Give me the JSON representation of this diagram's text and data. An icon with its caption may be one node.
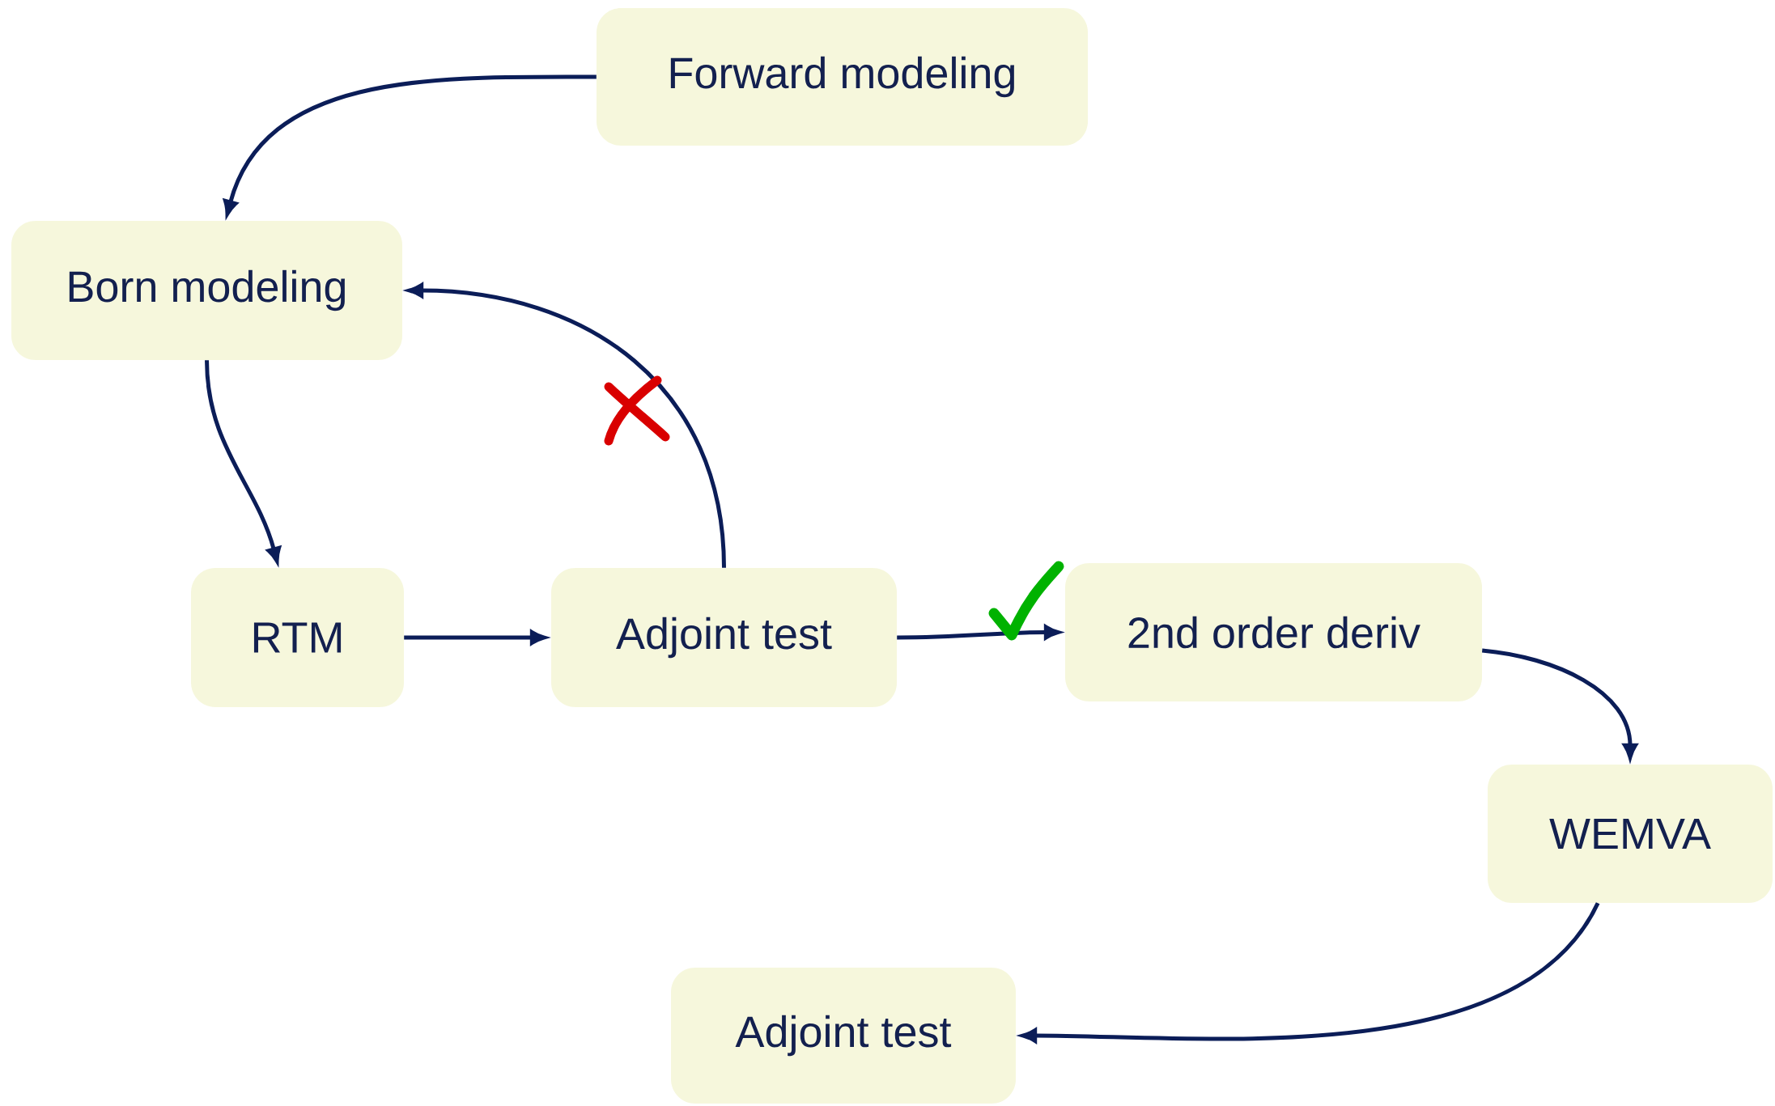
{
  "diagram": {
    "nodes": [
      {
        "text": [
          "Forward modeling"
        ]
      },
      {
        "text": [
          "Born modeling"
        ]
      },
      {
        "text": [
          "RTM"
        ]
      },
      {
        "text": [
          "Adjoint test"
        ]
      },
      {
        "text": [
          "2nd order deriv"
        ]
      },
      {
        "text": [
          "WEMVA"
        ]
      },
      {
        "text": [
          "Adjoint test"
        ]
      }
    ],
    "edges": [
      {
        "from": 0,
        "to": 1,
        "arrow": "to"
      },
      {
        "from": 1,
        "to": 2,
        "arrow": "to"
      },
      {
        "from": 2,
        "to": 3,
        "arrow": "to"
      },
      {
        "from": 3,
        "to": 1,
        "arrow": "to"
      },
      {
        "from": 3,
        "to": 4,
        "arrow": "to"
      },
      {
        "from": 4,
        "to": 5,
        "arrow": "to"
      },
      {
        "from": 5,
        "to": 6,
        "arrow": "to"
      }
    ]
  }
}
